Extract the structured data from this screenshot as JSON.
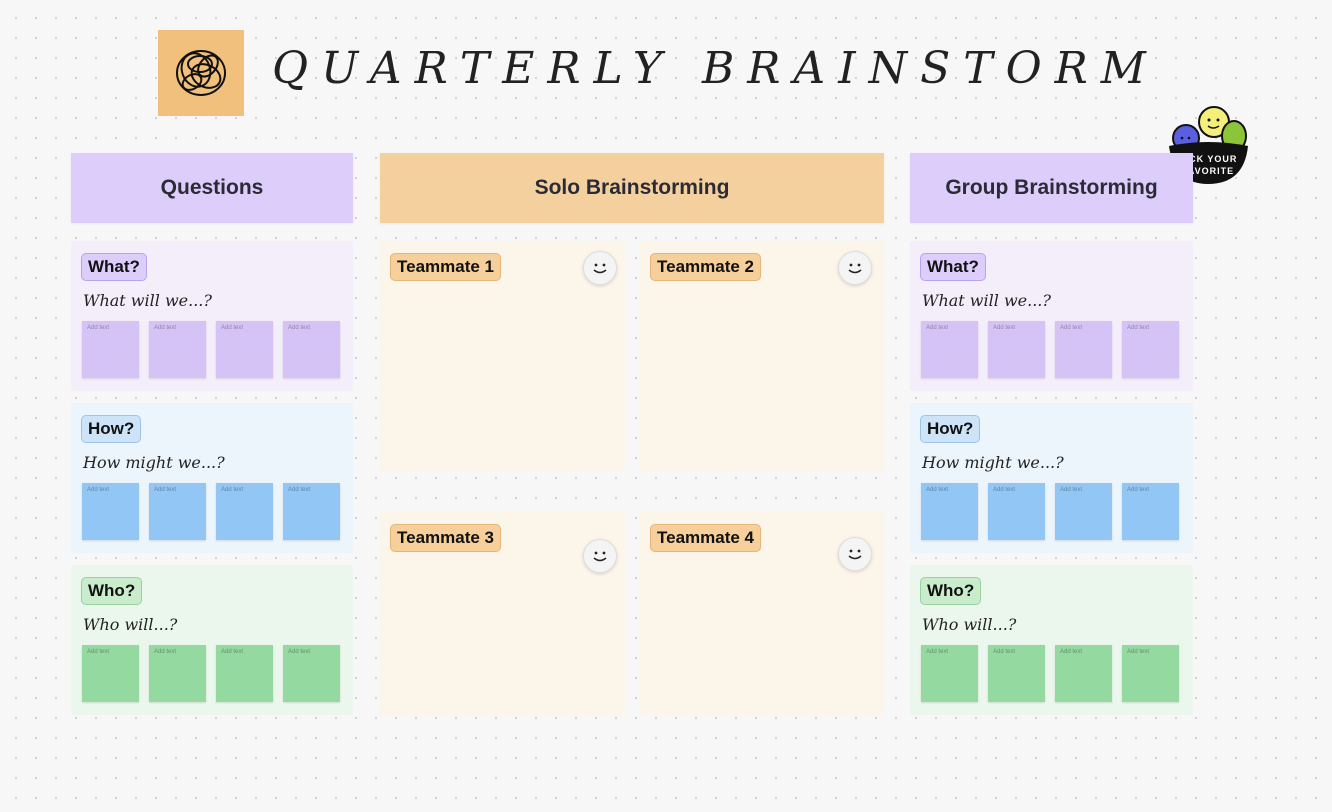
{
  "board": {
    "title": "QUARTERLY BRAINSTORM",
    "logo_icon": "scribble-icon"
  },
  "columns": {
    "questions": "Questions",
    "solo": "Solo Brainstorming",
    "group": "Group Brainstorming"
  },
  "question_sections": [
    {
      "tag": "What?",
      "prompt": "What will we...?",
      "note_color": "#d6c3f6"
    },
    {
      "tag": "How?",
      "prompt": "How might we...?",
      "note_color": "#92c6f5"
    },
    {
      "tag": "Who?",
      "prompt": "Who will...?",
      "note_color": "#94d9a0"
    }
  ],
  "sticky_note_placeholder": "Add text",
  "teammates": [
    "Teammate 1",
    "Teammate 2",
    "Teammate 3",
    "Teammate 4"
  ],
  "sticker": {
    "line1": "PICK YOUR",
    "line2": "FAVORITE"
  },
  "colors": {
    "purple_header": "#dccdfb",
    "orange_header": "#f5d09f",
    "panel_bg": "#fcf6ea"
  }
}
